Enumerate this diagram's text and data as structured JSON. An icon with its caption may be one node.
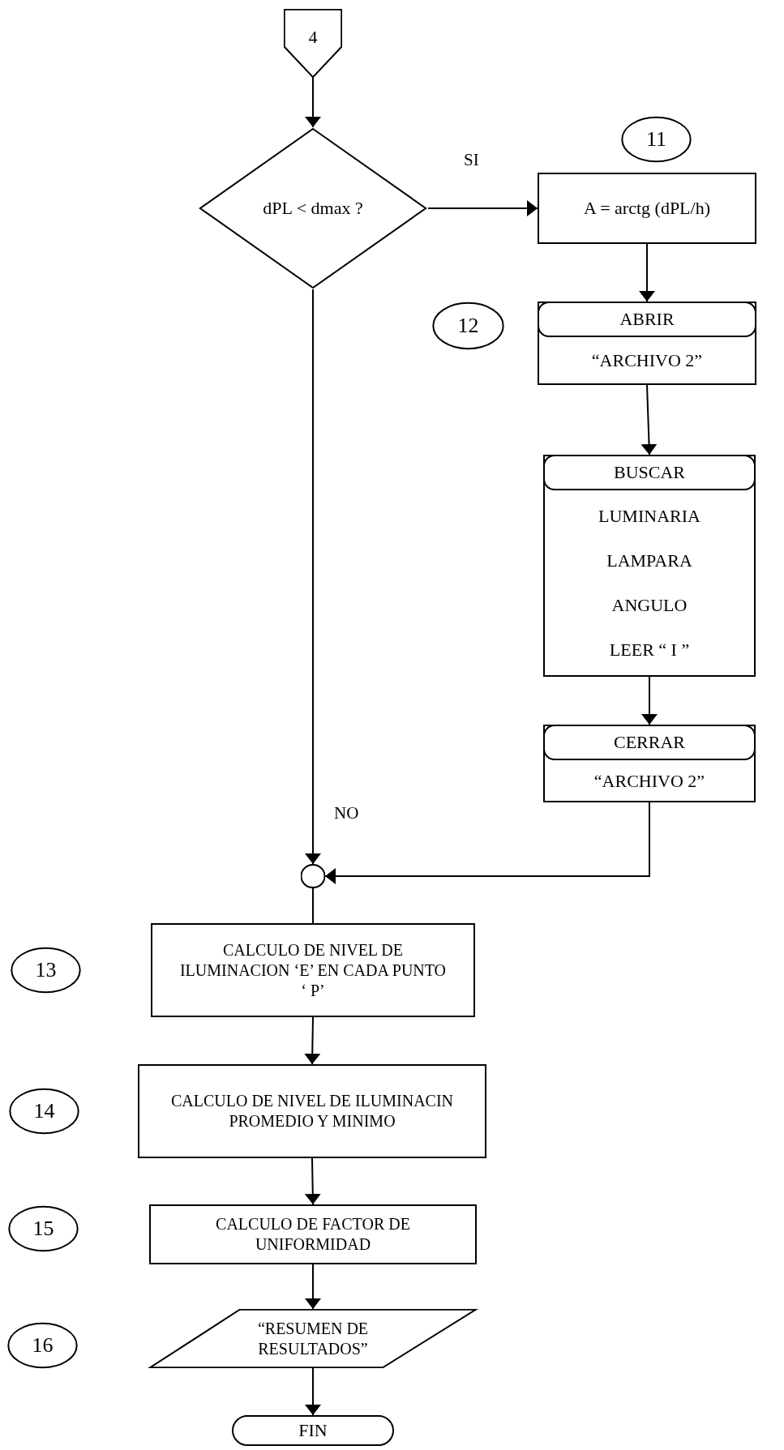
{
  "diagram": {
    "nodes": [
      {
        "text": [
          "4"
        ]
      },
      {
        "text": [
          "dPL <  dmax ?"
        ]
      },
      {
        "text": [
          "11"
        ]
      },
      {
        "text": [
          "A = arctg (dPL/h)"
        ]
      },
      {
        "text": [
          "12"
        ]
      },
      {
        "text": [
          "ABRIR",
          "“ARCHIVO 2”"
        ]
      },
      {
        "text": [
          "BUSCAR",
          "LUMINARIA",
          "LAMPARA",
          "ANGULO",
          "LEER “ I ”"
        ]
      },
      {
        "text": [
          "CERRAR",
          "“ARCHIVO 2”"
        ]
      },
      {
        "text": [],
        "shape": "circle"
      },
      {
        "text": [
          "13"
        ]
      },
      {
        "text": [
          "CALCULO  DE NIVEL DE ILUMINACION  ‘E’ EN CADA PUNTO ‘ P’"
        ]
      },
      {
        "text": [
          "14"
        ]
      },
      {
        "text": [
          "CALCULO DE NIVEL DE ILUMINACIN PROMEDIO Y MINIMO"
        ]
      },
      {
        "text": [
          "15"
        ]
      },
      {
        "text": [
          "CALCULO DE FACTOR DE UNIFORMIDAD"
        ]
      },
      {
        "text": [
          "16"
        ]
      },
      {
        "text": [
          "“RESUMEN DE RESULTADOS”"
        ]
      },
      {
        "text": [
          "FIN"
        ]
      }
    ],
    "edges": [
      {
        "from": 0,
        "to": 1,
        "arrow": "to"
      },
      {
        "from": 1,
        "to": 3,
        "arrow": "to",
        "label": "SI"
      },
      {
        "from": 3,
        "to": 5,
        "arrow": "to"
      },
      {
        "from": 5,
        "to": 6,
        "arrow": "to"
      },
      {
        "from": 6,
        "to": 7,
        "arrow": "to"
      },
      {
        "from": 7,
        "to": 8,
        "arrow": "to"
      },
      {
        "from": 1,
        "to": 8,
        "arrow": "to",
        "label": "NO"
      },
      {
        "from": 8,
        "to": 10,
        "arrow": "none"
      },
      {
        "from": 10,
        "to": 12,
        "arrow": "to"
      },
      {
        "from": 12,
        "to": 14,
        "arrow": "to"
      },
      {
        "from": 14,
        "to": 16,
        "arrow": "to"
      },
      {
        "from": 16,
        "to": 17,
        "arrow": "to"
      }
    ]
  }
}
